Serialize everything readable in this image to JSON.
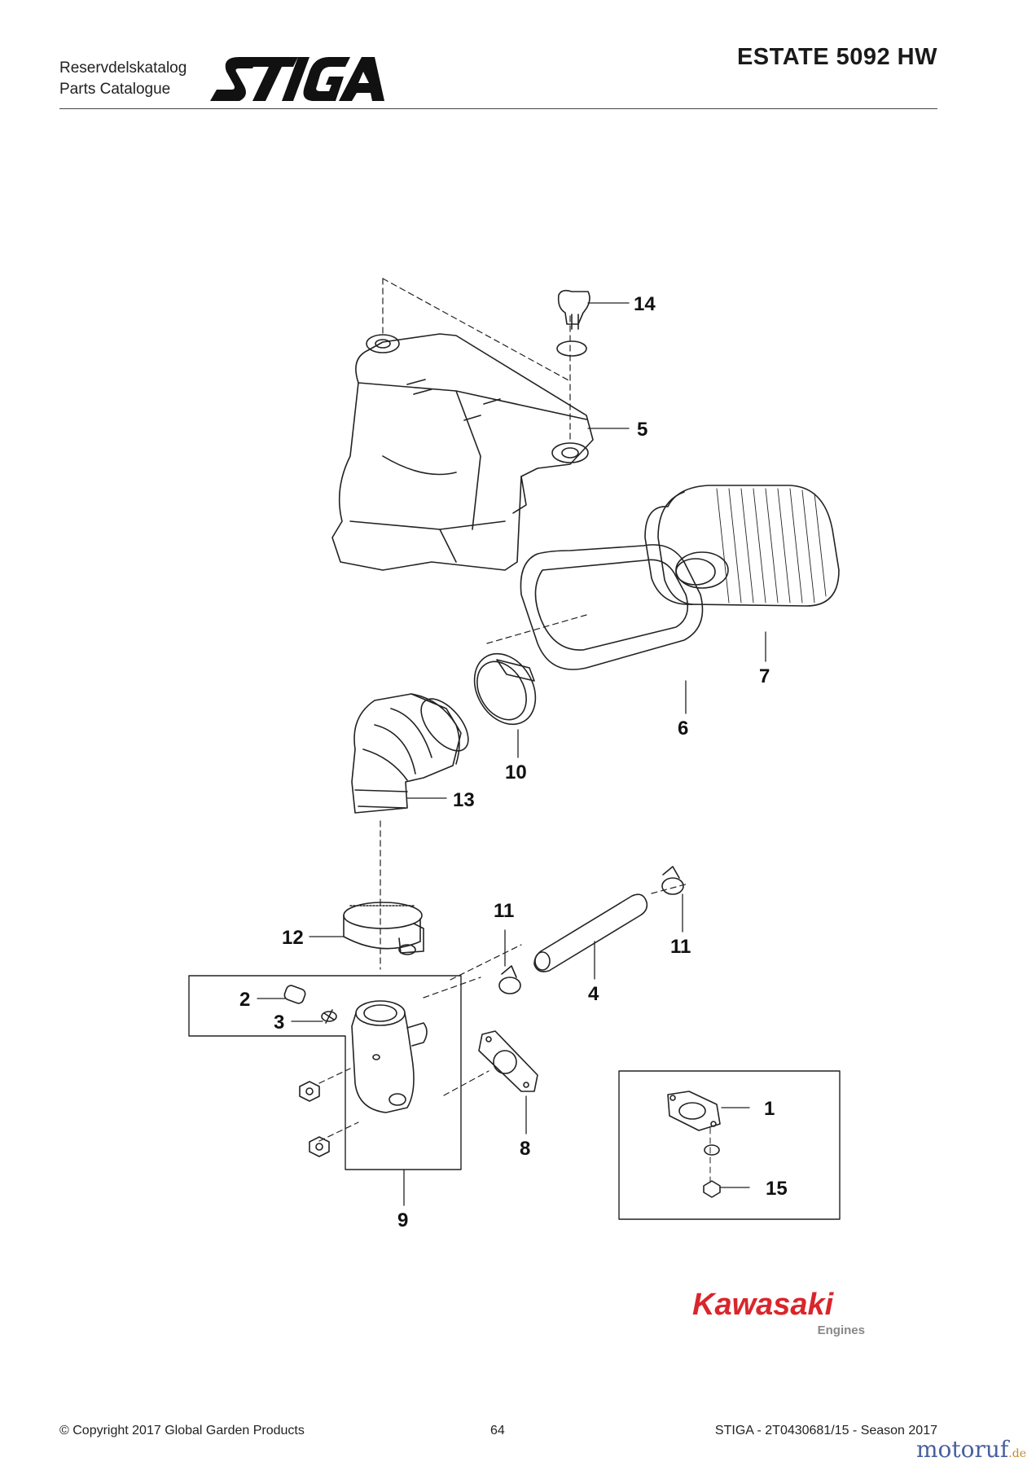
{
  "header": {
    "catalog_label_se": "Reservdelskatalog",
    "catalog_label_en": "Parts Catalogue",
    "brand_logo": "STIGA",
    "model_title": "ESTATE 5092 HW"
  },
  "diagram": {
    "callouts": [
      "14",
      "5",
      "7",
      "6",
      "10",
      "13",
      "12",
      "11",
      "11",
      "4",
      "2",
      "3",
      "8",
      "9",
      "1",
      "15"
    ]
  },
  "engine_logo": {
    "brand": "Kawasaki",
    "sub": "Engines",
    "brand_color": "#d9262b"
  },
  "footer": {
    "copyright": "© Copyright 2017 Global Garden Products",
    "page_number": "64",
    "doc_ref": "STIGA - 2T0430681/15 - Season 2017",
    "watermark": "motoruf",
    "watermark_tld": ".de"
  }
}
